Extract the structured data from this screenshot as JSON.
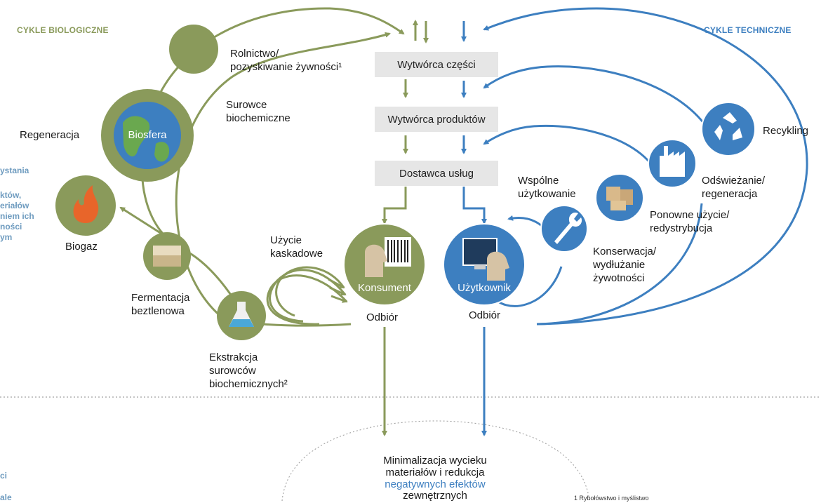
{
  "headers": {
    "biological": "CYKLE BIOLOGICZNE",
    "technical": "CYKLE TECHNICZNE"
  },
  "chain": {
    "parts_maker": "Wytwórca części",
    "product_maker": "Wytwórca produktów",
    "service_provider": "Dostawca usług"
  },
  "biological": {
    "farming": "Rolnictwo/\npozyskiwanie żywności¹",
    "biochemical_feedstock": "Surowce\nbiochemiczne",
    "regeneration": "Regeneracja",
    "biosphere": "Biosfera",
    "biogas": "Biogaz",
    "anaerobic_digestion": "Fermentacja\nbeztlenowa",
    "extraction": "Ekstrakcja\nsurowców\nbiochemicznych²",
    "cascades": "Użycie\nkaskadowe",
    "consumer": "Konsument",
    "collection": "Odbiór"
  },
  "technical": {
    "recycle": "Recykling",
    "refurbish": "Odświeżanie/\nregeneracja",
    "reuse": "Ponowne użycie/\nredystrybucja",
    "share": "Wspólne\nużytkowanie",
    "maintain": "Konserwacja/\nwydłużanie\nżywotności",
    "user": "Użytkownik",
    "collection": "Odbiór"
  },
  "bottom": {
    "line1": "Minimalizacja wycieku",
    "line2": "materiałów i redukcja",
    "line3": "negatywnych efektów",
    "line4": "zewnętrznych"
  },
  "left_cut_text": {
    "a": "ystania",
    "b": "któw,\neriałów\nniem ich\nności\nym",
    "c": "ci",
    "d": "ale"
  },
  "footnote": "1 Rybołówstwo i myślistwo",
  "colors": {
    "green": "#8a9a5b",
    "blue": "#3d7fc0",
    "box_gray": "#e6e6e6"
  }
}
